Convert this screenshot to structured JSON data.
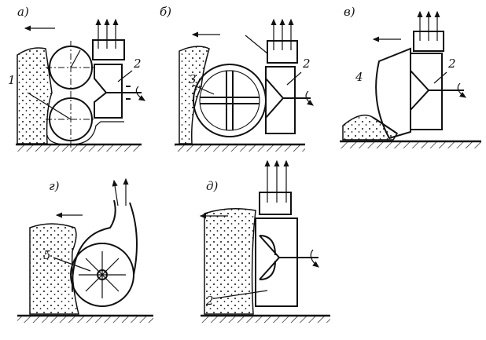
{
  "panels": [
    {
      "id": "a",
      "letter": "а)",
      "labels": [
        "1",
        "2"
      ]
    },
    {
      "id": "b",
      "letter": "б)",
      "labels": [
        "3",
        "2"
      ]
    },
    {
      "id": "v",
      "letter": "в)",
      "labels": [
        "4",
        "2"
      ]
    },
    {
      "id": "g",
      "letter": "г)",
      "labels": [
        "5"
      ]
    },
    {
      "id": "d",
      "letter": "д)",
      "labels": [
        "2"
      ]
    }
  ]
}
